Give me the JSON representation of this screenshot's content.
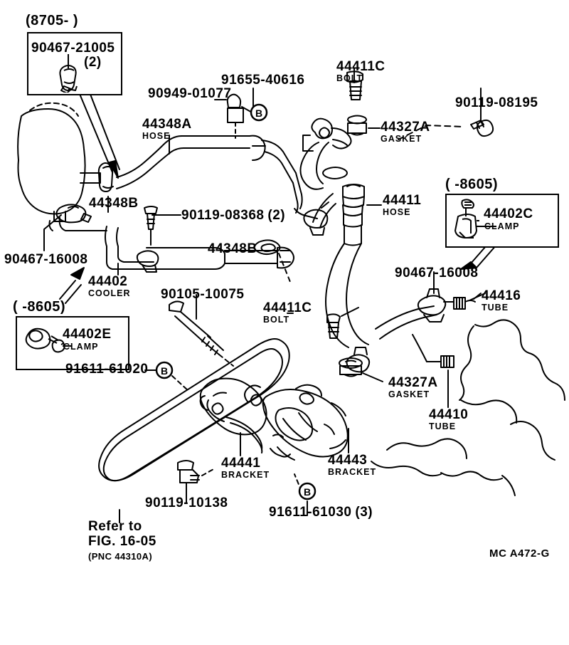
{
  "figure": {
    "code": "MC A472-G",
    "refer_line1": "Refer to",
    "refer_line2": "FIG. 16-05",
    "refer_line3": "(PNC 44310A)"
  },
  "insets": [
    {
      "id": "inset-8705-on",
      "header": "(8705-          )",
      "part_number": "90467-21005",
      "qty": "(2)",
      "desc": ""
    },
    {
      "id": "inset-8605-right",
      "header": "(          -8605)",
      "part_number": "44402C",
      "qty": "",
      "desc": "CLAMP"
    },
    {
      "id": "inset-8605-left",
      "header": "(          -8605)",
      "part_number": "44402E",
      "qty": "",
      "desc": "CLAMP"
    }
  ],
  "callouts": [
    {
      "id": "c-90949-01077",
      "number": "90949-01077",
      "desc": "",
      "qty": ""
    },
    {
      "id": "c-91655-40616",
      "number": "91655-40616",
      "desc": "",
      "qty": ""
    },
    {
      "id": "c-44348A",
      "number": "44348A",
      "desc": "HOSE",
      "qty": ""
    },
    {
      "id": "c-44411C-top",
      "number": "44411C",
      "desc": "BOLT",
      "qty": ""
    },
    {
      "id": "c-44327A-top",
      "number": "44327A",
      "desc": "GASKET",
      "qty": ""
    },
    {
      "id": "c-90119-08195",
      "number": "90119-08195",
      "desc": "",
      "qty": ""
    },
    {
      "id": "c-44348B-left",
      "number": "44348B",
      "desc": "",
      "qty": ""
    },
    {
      "id": "c-90119-08368",
      "number": "90119-08368",
      "desc": "",
      "qty": "(2)"
    },
    {
      "id": "c-44411",
      "number": "44411",
      "desc": "HOSE",
      "qty": ""
    },
    {
      "id": "c-90467-16008-left",
      "number": "90467-16008",
      "desc": "",
      "qty": ""
    },
    {
      "id": "c-44402",
      "number": "44402",
      "desc": "COOLER",
      "qty": ""
    },
    {
      "id": "c-44348B-mid",
      "number": "44348B",
      "desc": "",
      "qty": ""
    },
    {
      "id": "c-90467-16008-right",
      "number": "90467-16008",
      "desc": "",
      "qty": ""
    },
    {
      "id": "c-44416",
      "number": "44416",
      "desc": "TUBE",
      "qty": ""
    },
    {
      "id": "c-90105-10075",
      "number": "90105-10075",
      "desc": "",
      "qty": ""
    },
    {
      "id": "c-44411C-mid",
      "number": "44411C",
      "desc": "BOLT",
      "qty": ""
    },
    {
      "id": "c-91611-61020",
      "number": "91611-61020",
      "desc": "",
      "qty": ""
    },
    {
      "id": "c-44327A-bot",
      "number": "44327A",
      "desc": "GASKET",
      "qty": ""
    },
    {
      "id": "c-44410",
      "number": "44410",
      "desc": "TUBE",
      "qty": ""
    },
    {
      "id": "c-44441",
      "number": "44441",
      "desc": "BRACKET",
      "qty": ""
    },
    {
      "id": "c-44443",
      "number": "44443",
      "desc": "BRACKET",
      "qty": ""
    },
    {
      "id": "c-90119-10138",
      "number": "90119-10138",
      "desc": "",
      "qty": ""
    },
    {
      "id": "c-91611-61030",
      "number": "91611-61030",
      "desc": "",
      "qty": "(3)"
    }
  ],
  "markers": [
    {
      "id": "marker-b-91655",
      "glyph": "B"
    },
    {
      "id": "marker-b-91611-61020",
      "glyph": "B"
    },
    {
      "id": "marker-b-91611-61030",
      "glyph": "B"
    }
  ]
}
